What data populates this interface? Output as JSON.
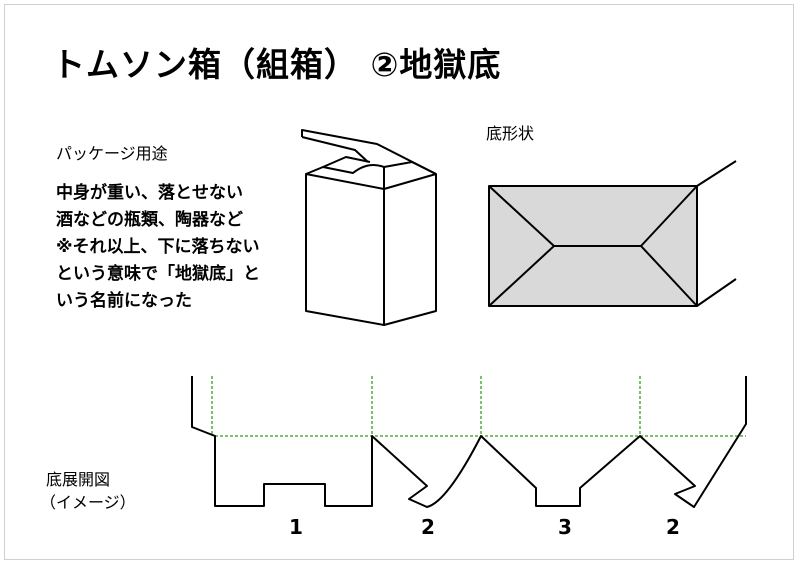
{
  "title": "トムソン箱（組箱） ②地獄底",
  "usage_heading": "パッケージ用途",
  "description": [
    "中身が重い、落とせない",
    "酒などの瓶類、陶器など",
    "※それ以上、下に落ちない",
    "という意味で「地獄底」と",
    "いう名前になった"
  ],
  "bottom_shape_label": "底形状",
  "development_label": [
    "底展開図",
    "（イメージ）"
  ],
  "panel_numbers": [
    "1",
    "2",
    "3",
    "2"
  ],
  "colors": {
    "line": "#000000",
    "fold_line": "#4fae3a",
    "bottom_fill": "#d9d9d9"
  }
}
